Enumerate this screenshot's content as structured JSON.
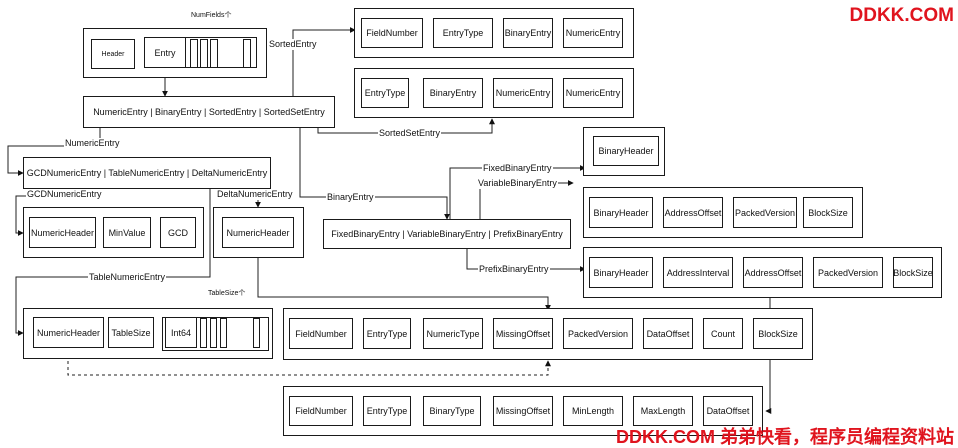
{
  "watermark": {
    "logo": "DDKK.COM",
    "footer": "DDKK.COM 弟弟快看，程序员编程资料站",
    "color": "#e0141e"
  },
  "top": {
    "header": "Header",
    "entry": "Entry",
    "num_fields": "NumFields个",
    "union": "NumericEntry | BinaryEntry | SortedEntry | SortedSetEntry",
    "sorted_label": "SortedEntry",
    "sortedset_label": "SortedSetEntry",
    "numeric_label": "NumericEntry",
    "binary_label": "BinaryEntry"
  },
  "sorted_entry": [
    "FieldNumber",
    "EntryType",
    "BinaryEntry",
    "NumericEntry"
  ],
  "sortedset_entry": [
    "EntryType",
    "BinaryEntry",
    "NumericEntry",
    "NumericEntry"
  ],
  "numeric": {
    "union": "GCDNumericEntry | TableNumericEntry | DeltaNumericEntry",
    "gcd_label": "GCDNumericEntry",
    "delta_label": "DeltaNumericEntry",
    "table_label": "TableNumericEntry",
    "gcd": [
      "NumericHeader",
      "MinValue",
      "GCD"
    ],
    "delta": [
      "NumericHeader"
    ],
    "table": [
      "NumericHeader",
      "TableSize",
      "Int64"
    ],
    "table_size": "TableSize个"
  },
  "binary": {
    "union": "FixedBinaryEntry | VariableBinaryEntry | PrefixBinaryEntry",
    "fixed_label": "FixedBinaryEntry",
    "variable_label": "VariableBinaryEntry",
    "prefix_label": "PrefixBinaryEntry",
    "fixed": [
      "BinaryHeader"
    ],
    "variable": [
      "BinaryHeader",
      "AddressOffset",
      "PackedVersion",
      "BlockSize"
    ],
    "prefix": [
      "BinaryHeader",
      "AddressInterval",
      "AddressOffset",
      "PackedVersion",
      "BlockSize"
    ]
  },
  "numeric_header": [
    "FieldNumber",
    "EntryType",
    "NumericType",
    "MissingOffset",
    "PackedVersion",
    "DataOffset",
    "Count",
    "BlockSize"
  ],
  "binary_header": [
    "FieldNumber",
    "EntryType",
    "BinaryType",
    "MissingOffset",
    "MinLength",
    "MaxLength",
    "DataOffset"
  ]
}
